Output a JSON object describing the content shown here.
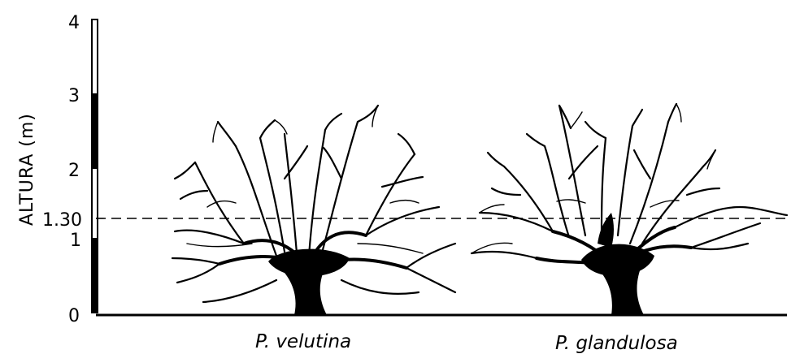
{
  "diagram": {
    "axis_title": "ALTURA (m)",
    "ticks": [
      {
        "label": "4",
        "value": 4
      },
      {
        "label": "3",
        "value": 3
      },
      {
        "label": "2",
        "value": 2
      },
      {
        "label": "1.30",
        "value": 1.3
      },
      {
        "label": "1",
        "value": 1
      },
      {
        "label": "0",
        "value": 0
      }
    ],
    "reference_line_value": 1.3,
    "species": [
      {
        "name": "P. velutina"
      },
      {
        "name": "P. glandulosa"
      }
    ]
  }
}
